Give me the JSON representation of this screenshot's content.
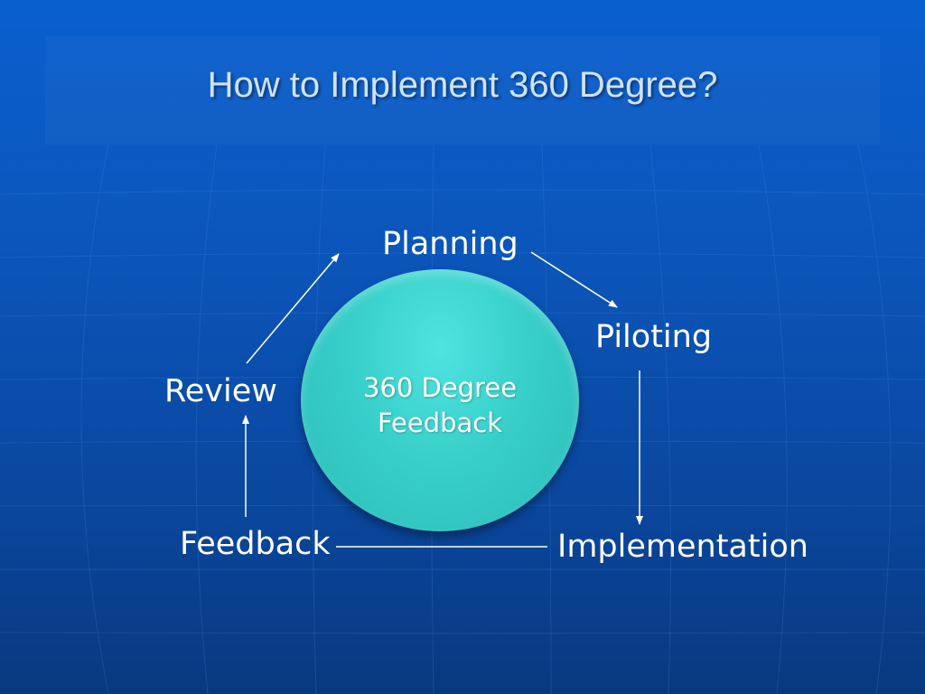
{
  "title": "How to Implement 360 Degree?",
  "hub": {
    "line1": "360 Degree",
    "line2": "Feedback"
  },
  "stages": {
    "planning": "Planning",
    "piloting": "Piloting",
    "implementation": "Implementation",
    "feedback": "Feedback",
    "review": "Review"
  },
  "colors": {
    "background": "#0a55bb",
    "hub": "#38cfc9",
    "title_text": "#cfe3ff",
    "label_text": "#ffffff"
  }
}
